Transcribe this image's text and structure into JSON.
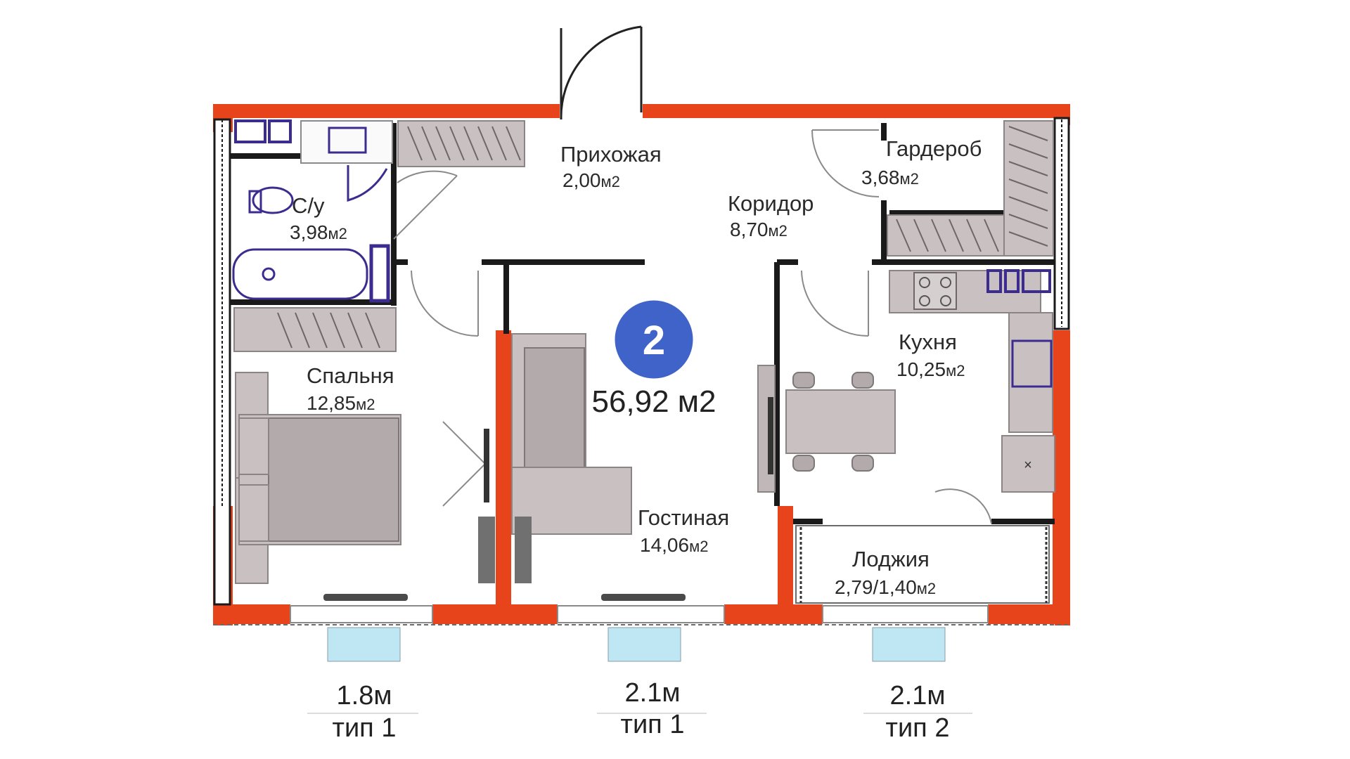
{
  "colors": {
    "outer_wall": "#e8441b",
    "badge": "#3f63c9",
    "window_box": "#bfe6f3",
    "furniture": "#c9c1c1",
    "sanitary_outline": "#3d2c8f"
  },
  "badge": {
    "rooms": "2"
  },
  "total_area": "56,92 м2",
  "rooms": {
    "hallway": {
      "name": "Прихожая",
      "area": "2,00",
      "unit": "м2"
    },
    "bathroom": {
      "name": "С/у",
      "area": "3,98",
      "unit": "м2"
    },
    "corridor": {
      "name": "Коридор",
      "area": "8,70",
      "unit": "м2"
    },
    "wardrobe": {
      "name": "Гардероб",
      "area": "3,68",
      "unit": "м2"
    },
    "kitchen": {
      "name": "Кухня",
      "area": "10,25",
      "unit": "м2"
    },
    "bedroom": {
      "name": "Спальня",
      "area": "12,85",
      "unit": "м2"
    },
    "living": {
      "name": "Гостиная",
      "area": "14,06",
      "unit": "м2"
    },
    "loggia": {
      "name": "Лоджия",
      "area": "2,79/1,40",
      "unit": "м2"
    }
  },
  "windows": [
    {
      "size": "1.8м",
      "type": "тип 1"
    },
    {
      "size": "2.1м",
      "type": "тип 1"
    },
    {
      "size": "2.1м",
      "type": "тип 2"
    }
  ]
}
